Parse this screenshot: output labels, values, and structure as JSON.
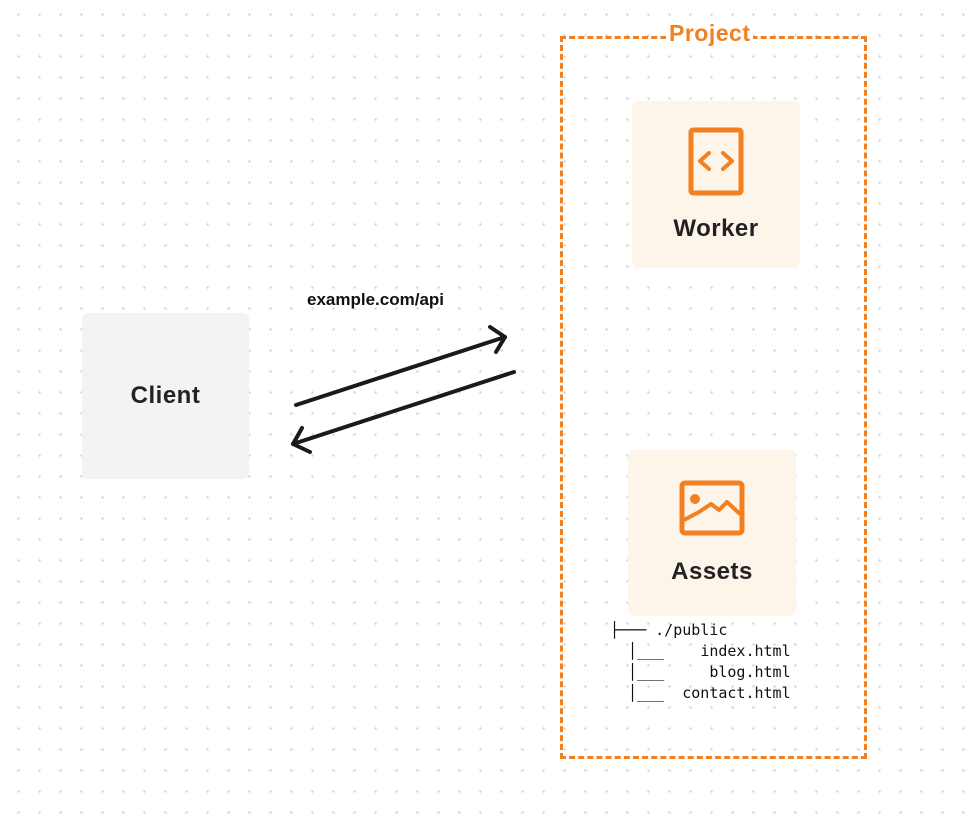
{
  "project": {
    "title": "Project",
    "color": "#f38020"
  },
  "client": {
    "label": "Client"
  },
  "connection": {
    "url": "example.com/api"
  },
  "worker": {
    "label": "Worker",
    "icon": "code-file-icon"
  },
  "assets": {
    "label": "Assets",
    "icon": "image-icon",
    "tree": [
      {
        "prefix": "├─── ",
        "name": "./public"
      },
      {
        "prefix": "  │___    ",
        "name": "index.html"
      },
      {
        "prefix": "  │___     ",
        "name": "blog.html"
      },
      {
        "prefix": "  │___  ",
        "name": "contact.html"
      }
    ]
  }
}
